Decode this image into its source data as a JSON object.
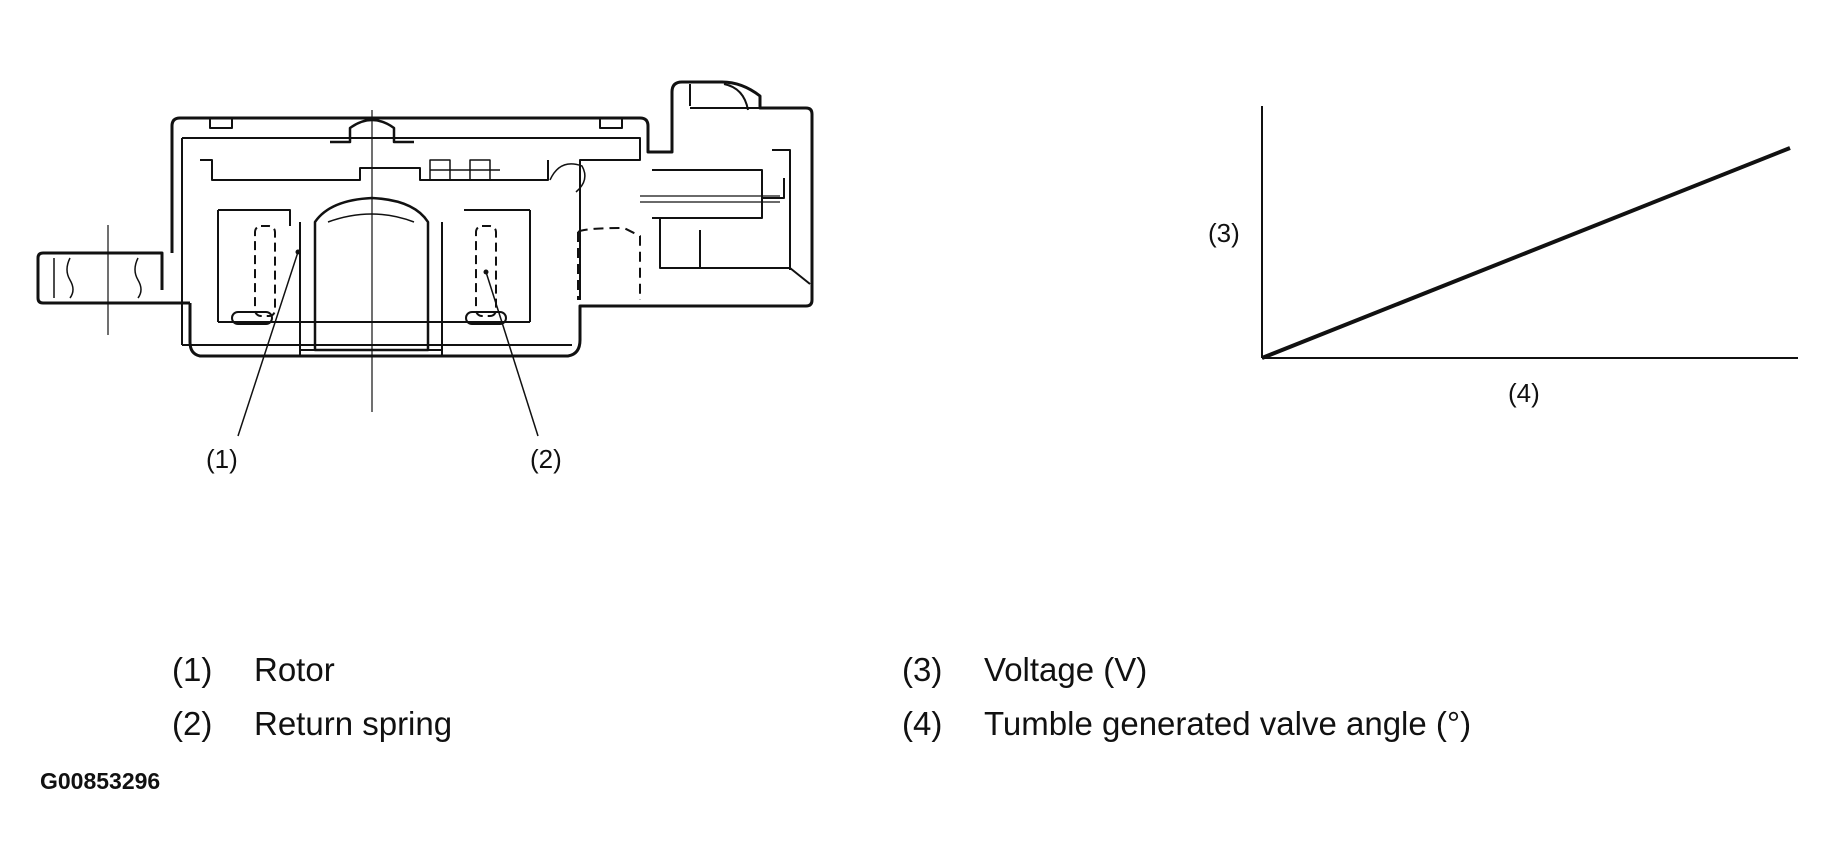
{
  "callouts": {
    "rotor": "(1)",
    "spring": "(2)",
    "y_axis": "(3)",
    "x_axis": "(4)"
  },
  "legend": [
    {
      "num": "(1)",
      "text": "Rotor"
    },
    {
      "num": "(2)",
      "text": "Return spring"
    },
    {
      "num": "(3)",
      "text": "Voltage (V)"
    },
    {
      "num": "(4)",
      "text": "Tumble generated valve angle (°)"
    }
  ],
  "figure_id": "G00853296",
  "chart_data": {
    "type": "line",
    "title": "",
    "xlabel": "(4)",
    "ylabel": "(3)",
    "x": [
      0,
      1
    ],
    "series": [
      {
        "values": [
          0,
          1
        ]
      }
    ],
    "grid": false,
    "ticks": false
  }
}
